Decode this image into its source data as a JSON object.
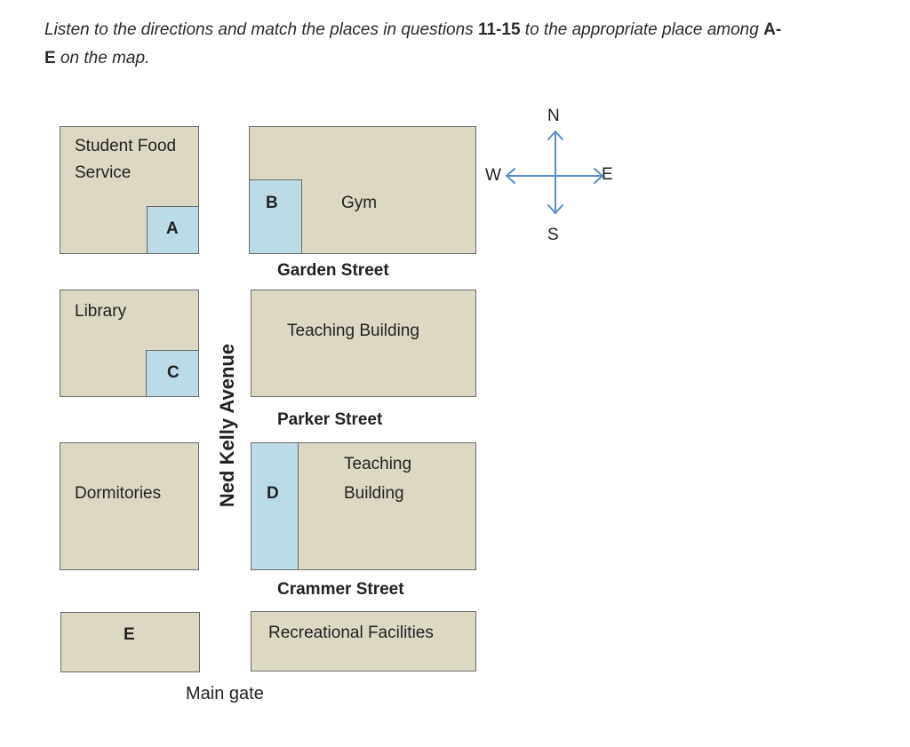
{
  "instructions": {
    "part1": "Listen to the directions and match the places in questions ",
    "range": "11-15",
    "part2": " to the appropriate place among ",
    "from_letter": "A-",
    "line2_letter": "E",
    "part3": " on the map."
  },
  "map": {
    "blocks": {
      "student_food_service": [
        "Student Food",
        "Service"
      ],
      "gym": "Gym",
      "library": "Library",
      "teaching_building_1": "Teaching Building",
      "dormitories": "Dormitories",
      "teaching_building_2": [
        "Teaching",
        "Building"
      ],
      "recreational_facilities": "Recreational Facilities"
    },
    "markers": {
      "a": "A",
      "b": "B",
      "c": "C",
      "d": "D",
      "e": "E"
    },
    "streets": {
      "garden": "Garden Street",
      "parker": "Parker Street",
      "crammer": "Crammer Street",
      "avenue": "Ned Kelly Avenue"
    },
    "main_gate": "Main gate"
  },
  "compass": {
    "n": "N",
    "s": "S",
    "w": "W",
    "e": "E",
    "color": "#5b8cc8"
  },
  "colors": {
    "block_fill": "#ddd8c4",
    "marker_fill": "#bcdbe6",
    "border": "#6b6b6b"
  }
}
